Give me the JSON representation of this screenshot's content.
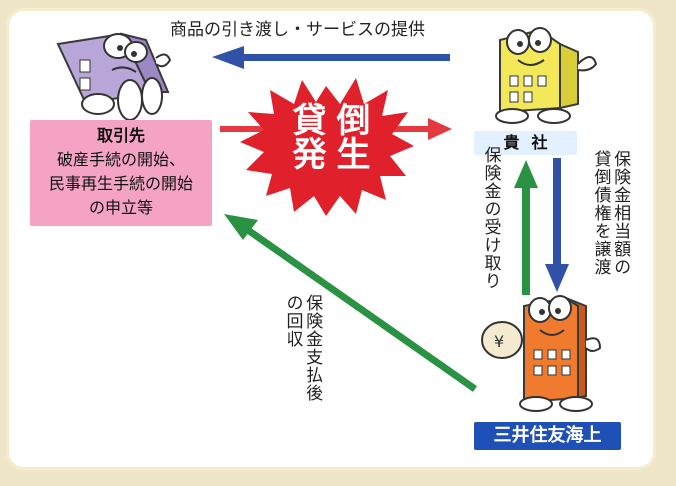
{
  "top_flow_label": "商品の引き渡し・サービスの提供",
  "partner": {
    "title": "取引先",
    "lines": [
      "破産手続の開始、",
      "民事再生手続の開始",
      "の申立等"
    ]
  },
  "event": {
    "col1": "貸発",
    "col2": "倒生"
  },
  "company_label": "貴社",
  "insurer_label": "三井住友海上",
  "received_insurance_label": "保険金の受け取り",
  "transfer_label": [
    "保険金相当額の",
    "貸倒債権を譲渡"
  ],
  "recovery_label": [
    "保険金支払後",
    "の回収"
  ],
  "colors": {
    "blue_arrow": "#2f52a6",
    "red_arrow": "#e43a3f",
    "green_arrow": "#2a9243",
    "partner_box": "#f4a3c5",
    "insurer_box": "#1f50b8",
    "burst": "#e0202a"
  },
  "icons": {
    "partner": "sad-building-character-icon",
    "company": "happy-building-character-icon",
    "insurer": "insurer-building-character-with-moneybag-icon"
  }
}
